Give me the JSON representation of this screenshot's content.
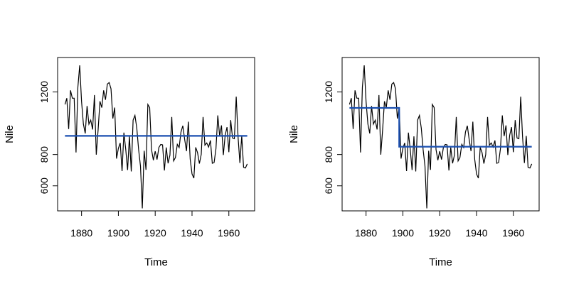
{
  "chart_data": [
    {
      "type": "line",
      "panel": "left",
      "xlabel": "Time",
      "ylabel": "Nile",
      "xlim": [
        1867,
        1974
      ],
      "ylim": [
        440,
        1420
      ],
      "x_ticks": [
        1880,
        1900,
        1920,
        1940,
        1960
      ],
      "y_ticks": [
        600,
        800,
        1200
      ],
      "grid": false,
      "series": [
        {
          "x_start": 1871,
          "values": [
            1120,
            1160,
            963,
            1210,
            1160,
            1160,
            813,
            1230,
            1370,
            1140,
            995,
            935,
            1110,
            994,
            1020,
            960,
            1180,
            799,
            958,
            1140,
            1100,
            1210,
            1150,
            1250,
            1260,
            1220,
            1030,
            1100,
            774,
            840,
            874,
            694,
            940,
            833,
            701,
            916,
            692,
            1020,
            1050,
            969,
            831,
            726,
            456,
            824,
            702,
            1120,
            1100,
            832,
            764,
            821,
            768,
            845,
            864,
            862,
            698,
            845,
            744,
            796,
            1040,
            759,
            781,
            865,
            845,
            944,
            984,
            897,
            822,
            1010,
            771,
            676,
            649,
            846,
            812,
            742,
            801,
            1040,
            860,
            874,
            848,
            890,
            744,
            749,
            838,
            1050,
            918,
            986,
            797,
            923,
            975,
            815,
            1020,
            906,
            901,
            1170,
            912,
            746,
            919,
            718,
            714,
            740
          ]
        }
      ],
      "fitted": [
        {
          "x_start": 1871,
          "x_end": 1970,
          "value": 919.35
        }
      ],
      "colors": {
        "series": "#000000",
        "fit": "#1a4fb0"
      }
    },
    {
      "type": "line",
      "panel": "right",
      "xlabel": "Time",
      "ylabel": "Nile",
      "xlim": [
        1867,
        1974
      ],
      "ylim": [
        440,
        1420
      ],
      "x_ticks": [
        1880,
        1900,
        1920,
        1940,
        1960
      ],
      "y_ticks": [
        600,
        800,
        1200
      ],
      "grid": false,
      "series": [
        {
          "x_start": 1871,
          "values": [
            1120,
            1160,
            963,
            1210,
            1160,
            1160,
            813,
            1230,
            1370,
            1140,
            995,
            935,
            1110,
            994,
            1020,
            960,
            1180,
            799,
            958,
            1140,
            1100,
            1210,
            1150,
            1250,
            1260,
            1220,
            1030,
            1100,
            774,
            840,
            874,
            694,
            940,
            833,
            701,
            916,
            692,
            1020,
            1050,
            969,
            831,
            726,
            456,
            824,
            702,
            1120,
            1100,
            832,
            764,
            821,
            768,
            845,
            864,
            862,
            698,
            845,
            744,
            796,
            1040,
            759,
            781,
            865,
            845,
            944,
            984,
            897,
            822,
            1010,
            771,
            676,
            649,
            846,
            812,
            742,
            801,
            1040,
            860,
            874,
            848,
            890,
            744,
            749,
            838,
            1050,
            918,
            986,
            797,
            923,
            975,
            815,
            1020,
            906,
            901,
            1170,
            912,
            746,
            919,
            718,
            714,
            740
          ]
        }
      ],
      "fitted": [
        {
          "x_start": 1871,
          "x_end": 1898,
          "value": 1097.75
        },
        {
          "x_start": 1898,
          "x_end": 1970,
          "value": 849.97
        }
      ],
      "colors": {
        "series": "#000000",
        "fit": "#1a4fb0"
      }
    }
  ]
}
